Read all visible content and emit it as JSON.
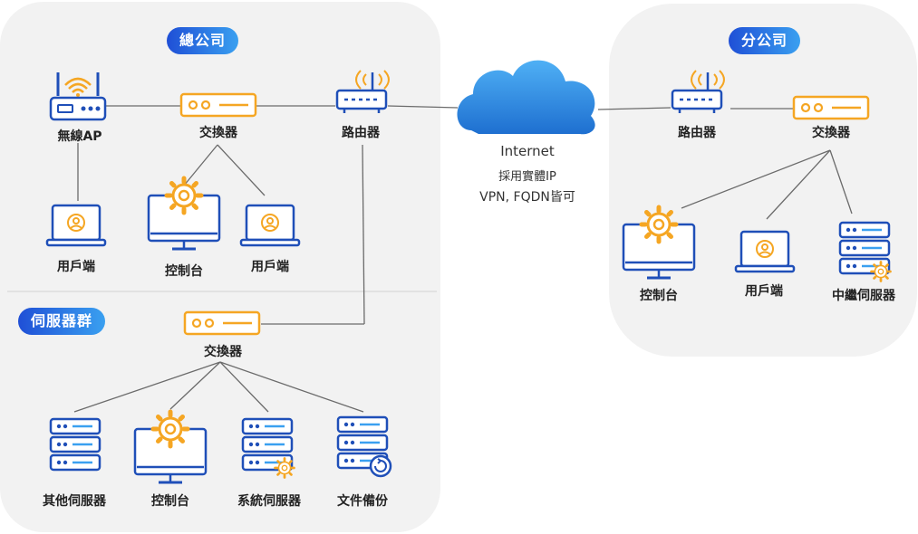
{
  "headquarters": {
    "title": "總公司",
    "wireless_ap": "無線AP",
    "switch": "交換器",
    "router": "路由器",
    "client_1": "用戶端",
    "console": "控制台",
    "client_2": "用戶端"
  },
  "server_group": {
    "title": "伺服器群",
    "switch": "交換器",
    "other_servers": "其他伺服器",
    "console": "控制台",
    "system_server": "系統伺服器",
    "file_backup": "文件備份"
  },
  "internet": {
    "title": "Internet",
    "line1": "採用實體IP",
    "line2": "VPN, FQDN皆可"
  },
  "branch": {
    "title": "分公司",
    "router": "路由器",
    "switch": "交換器",
    "console": "控制台",
    "client": "用戶端",
    "relay_server": "中繼伺服器"
  },
  "colors": {
    "blue": "#1f4fb8",
    "orange": "#f5a623",
    "panel": "#f2f2f2",
    "cloud": "#2e8fe6",
    "line": "#6b6b6b"
  }
}
